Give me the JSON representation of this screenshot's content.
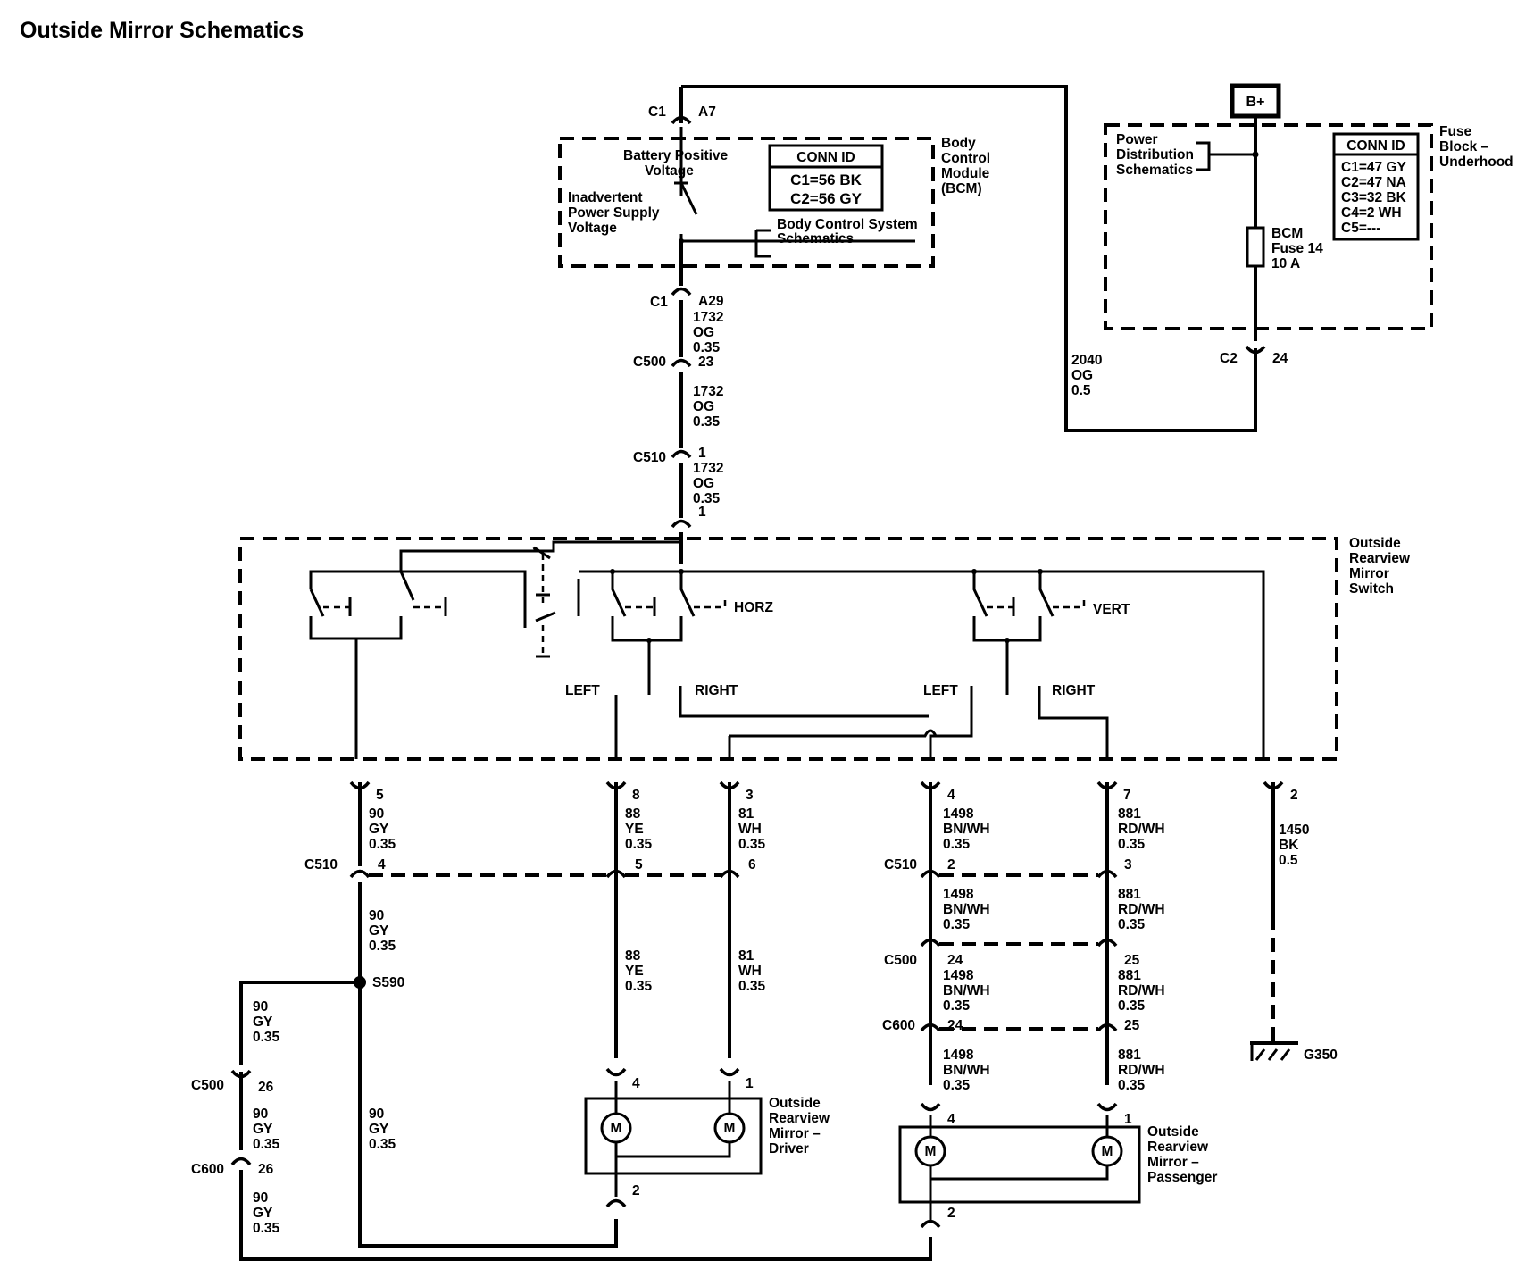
{
  "title": "Outside Mirror Schematics",
  "power_source": "B+",
  "fuse_block": {
    "name": "Fuse Block – Underhood",
    "ref": "Power Distribution Schematics",
    "fuse": "BCM Fuse 14 10 A",
    "conn_id": {
      "header": "CONN ID",
      "rows": [
        "C1=47 GY",
        "C2=47 NA",
        "C3=32 BK",
        "C4=2 WH",
        "C5=---"
      ]
    }
  },
  "bcm": {
    "name": "Body Control Module (BCM)",
    "battery_label": "Battery Positive Voltage",
    "inadvertent_label": "Inadvertent Power Supply Voltage",
    "ref": "Body Control System Schematics",
    "conn_id": {
      "header": "CONN ID",
      "rows": [
        "C1=56 BK",
        "C2=56 GY"
      ]
    }
  },
  "switch": {
    "name": "Outside Rearview Mirror Switch",
    "horz": "HORZ",
    "vert": "VERT",
    "left": "LEFT",
    "right": "RIGHT"
  },
  "driver_mirror": "Outside Rearview Mirror – Driver",
  "passenger_mirror": "Outside Rearview Mirror – Passenger",
  "motor_symbol": "M",
  "ground": "G350",
  "splice": "S590",
  "connectors": [
    "C1",
    "C2",
    "C500",
    "C510",
    "C600"
  ],
  "pins": [
    "A7",
    "A29",
    "24",
    "23",
    "1",
    "5",
    "8",
    "3",
    "4",
    "7",
    "2",
    "6",
    "25",
    "26"
  ],
  "wire_labels": {
    "w1732": "1732 OG 0.35",
    "w2040": "2040 OG 0.5",
    "w90": "90 GY 0.35",
    "w88": "88 YE 0.35",
    "w81": "81 WH 0.35",
    "w1498": "1498 BN/WH 0.35",
    "w881": "881 RD/WH 0.35",
    "w1450": "1450 BK 0.5"
  }
}
